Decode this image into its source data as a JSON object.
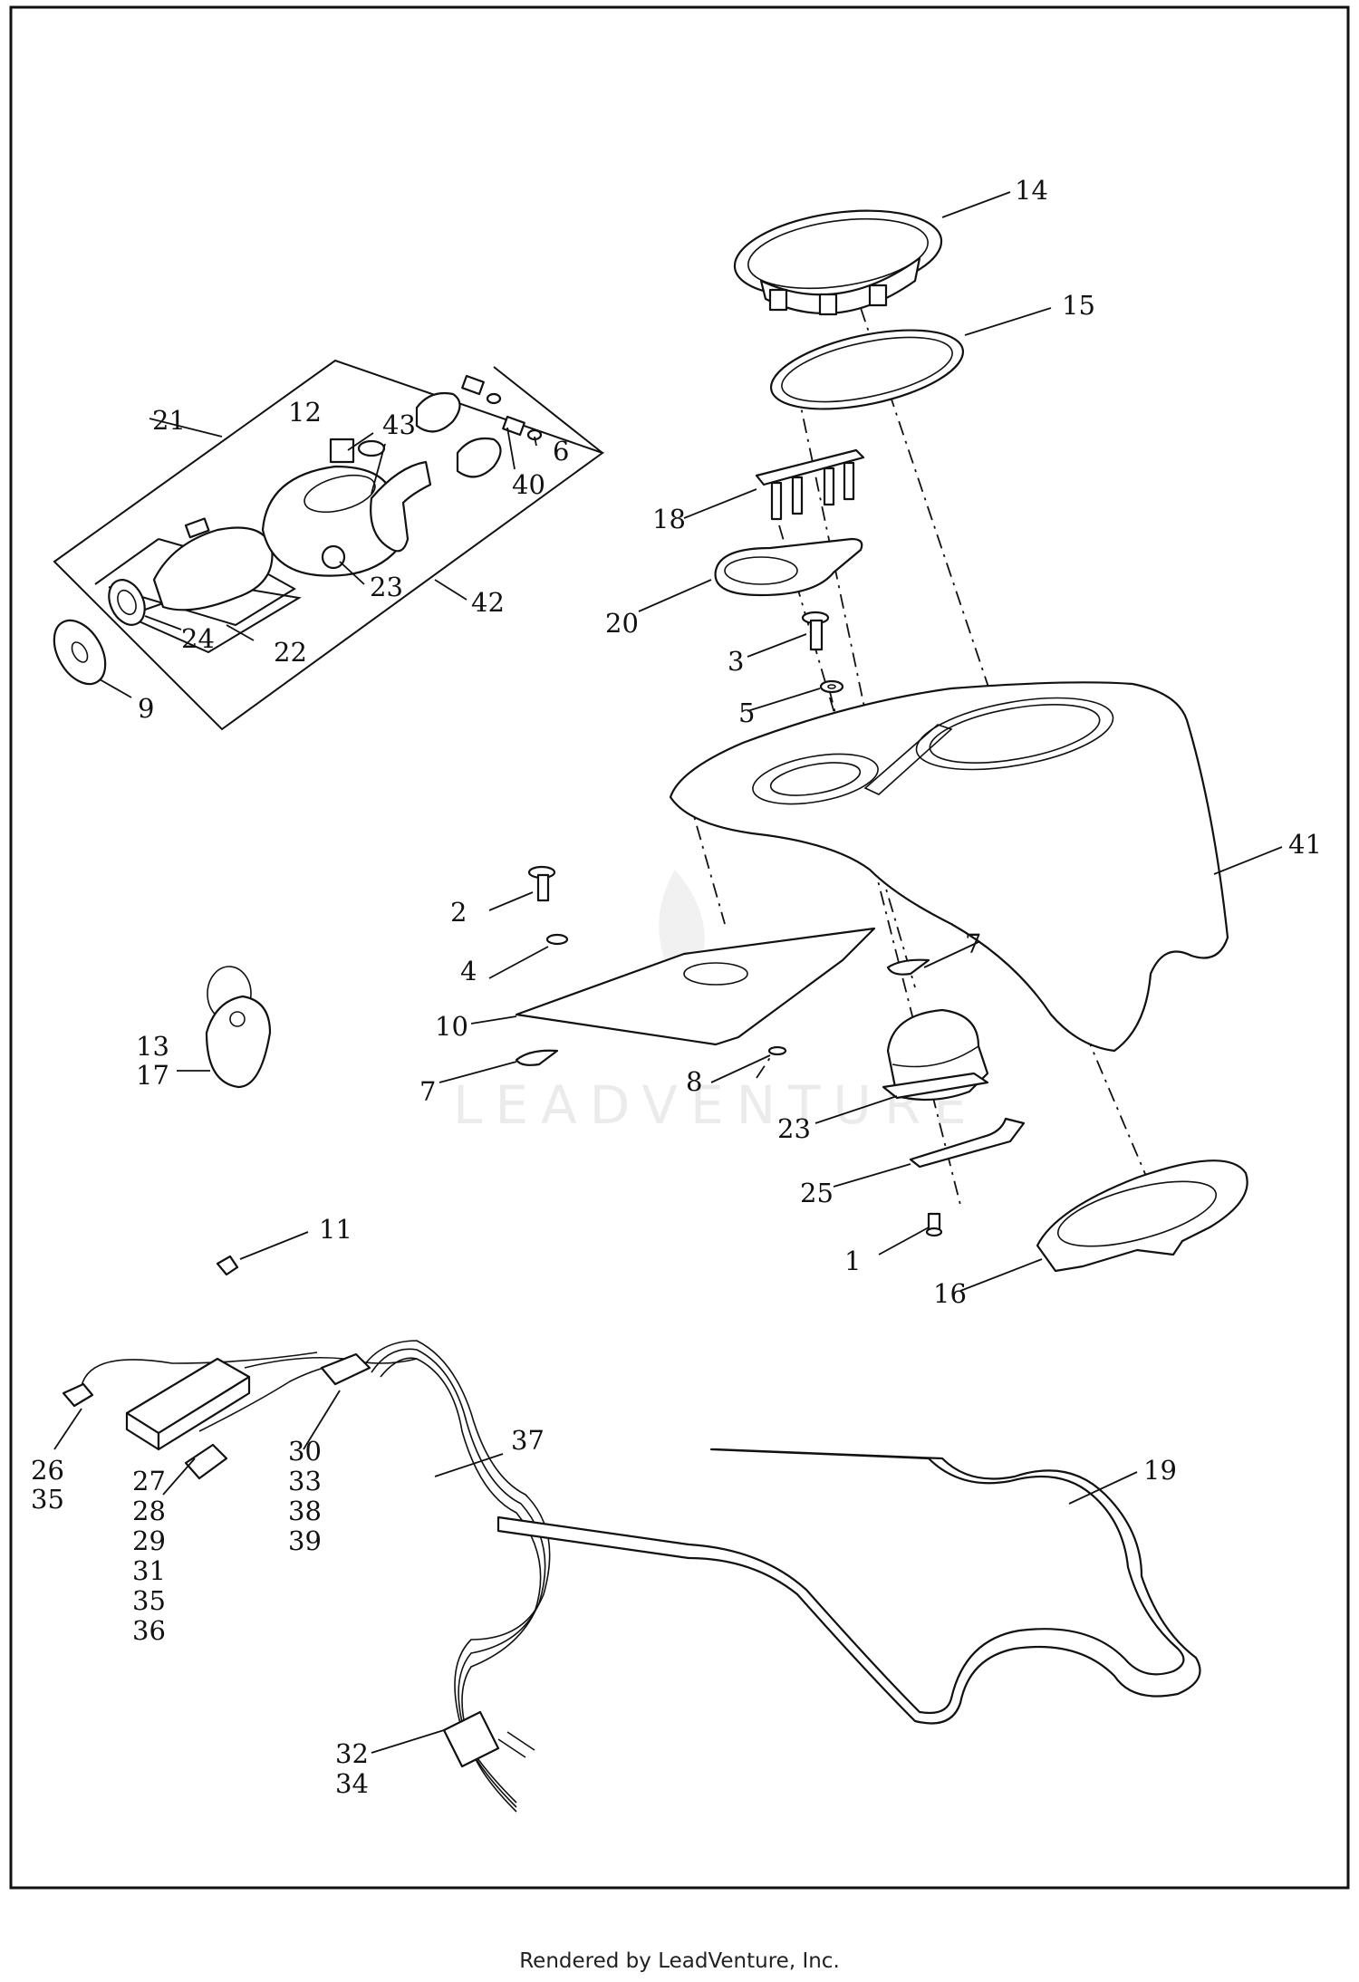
{
  "footer": "Rendered by LeadVenture, Inc.",
  "watermark": "LEADVENTURE",
  "callouts": {
    "c14": "14",
    "c15": "15",
    "c21": "21",
    "c12": "12",
    "c43": "43",
    "c6": "6",
    "c40": "40",
    "c18": "18",
    "c20": "20",
    "c23a": "23",
    "c42": "42",
    "c24": "24",
    "c22": "22",
    "c9": "9",
    "c3": "3",
    "c5": "5",
    "c41": "41",
    "c2": "2",
    "c4": "4",
    "c7a": "7",
    "c13": "13",
    "c17": "17",
    "c10": "10",
    "c7b": "7",
    "c8": "8",
    "c23b": "23",
    "c25": "25",
    "c1": "1",
    "c16": "16",
    "c11": "11",
    "c37": "37",
    "c19": "19",
    "c26": "26",
    "c35a": "35",
    "c27": "27",
    "c28": "28",
    "c29": "29",
    "c31": "31",
    "c35b": "35",
    "c36": "36",
    "c30": "30",
    "c33": "33",
    "c38": "38",
    "c39": "39",
    "c32": "32",
    "c34": "34"
  }
}
